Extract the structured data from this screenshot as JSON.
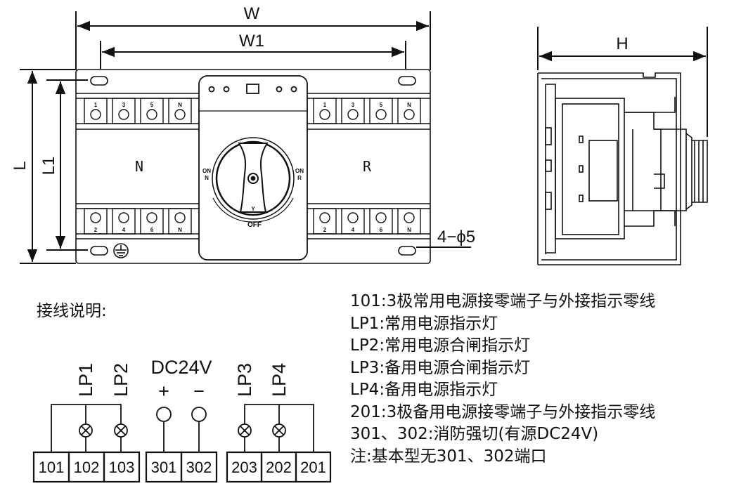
{
  "dimensions": {
    "w": "W",
    "w1": "W1",
    "h": "H",
    "l": "L",
    "l1": "L1",
    "holes": "4−ϕ5"
  },
  "front_view": {
    "top_left_terminals": [
      "1",
      "3",
      "5",
      "N"
    ],
    "top_right_terminals": [
      "1",
      "3",
      "5",
      "N"
    ],
    "bottom_left_terminals": [
      "2",
      "4",
      "6",
      "N"
    ],
    "bottom_right_terminals": [
      "2",
      "4",
      "6",
      "N"
    ],
    "left_label": "N",
    "right_label": "R",
    "on_n": "ON\nN",
    "on_r": "ON\nR",
    "off": "OFF"
  },
  "wiring": {
    "title": "接线说明:",
    "lp1": "LP1",
    "lp2": "LP2",
    "lp3": "LP3",
    "lp4": "LP4",
    "dc": "DC24V",
    "plus": "+",
    "minus": "−",
    "terminals_a": [
      "101",
      "102",
      "103"
    ],
    "terminals_b": [
      "301",
      "302"
    ],
    "terminals_c": [
      "203",
      "202",
      "201"
    ]
  },
  "notes": [
    "101:3极常用电源接零端子与外接指示零线",
    "LP1:常用电源指示灯",
    "LP2:常用电源合闸指示灯",
    "LP3:备用电源合闸指示灯",
    "LP4:备用电源指示灯",
    "201:3极备用电源接零端子与外接指示零线",
    "301、302:消防强切(有源DC24V)",
    "注:基本型无301、302端口"
  ]
}
